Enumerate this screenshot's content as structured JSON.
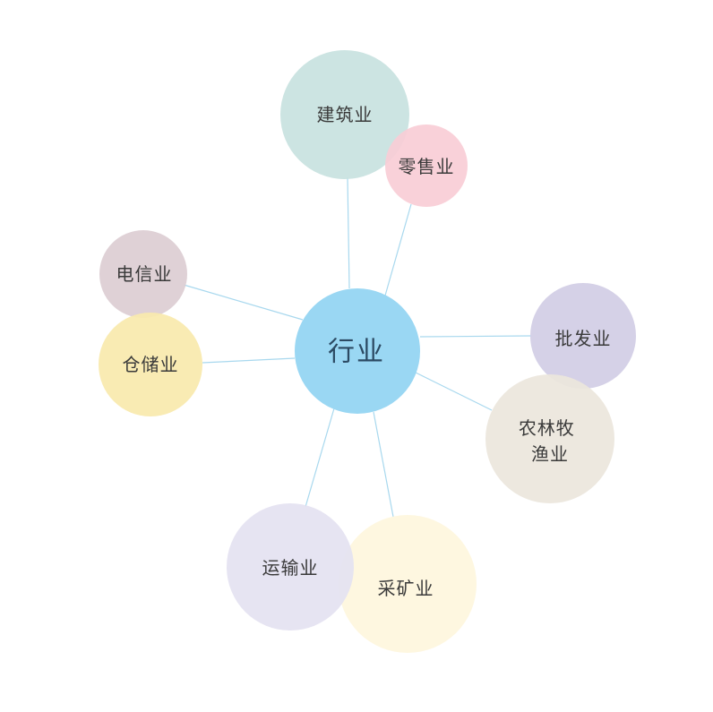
{
  "center": {
    "label": "行业",
    "color": "#9ad7f3"
  },
  "nodes": [
    {
      "id": "construction",
      "label_lines": [
        "建筑业"
      ],
      "color": "#c8e2e0"
    },
    {
      "id": "retail",
      "label_lines": [
        "零售业"
      ],
      "color": "#f9cdd6"
    },
    {
      "id": "telecom",
      "label_lines": [
        "电信业"
      ],
      "color": "#dccdd3"
    },
    {
      "id": "warehousing",
      "label_lines": [
        "仓储业"
      ],
      "color": "#f9e9ad"
    },
    {
      "id": "wholesale",
      "label_lines": [
        "批发业"
      ],
      "color": "#d1cde5"
    },
    {
      "id": "agriculture",
      "label_lines": [
        "农林牧",
        "渔业"
      ],
      "color": "#ebe6dc"
    },
    {
      "id": "transport",
      "label_lines": [
        "运输业"
      ],
      "color": "#e4e2f1"
    },
    {
      "id": "mining",
      "label_lines": [
        "采矿业"
      ],
      "color": "#fef6dd"
    }
  ]
}
